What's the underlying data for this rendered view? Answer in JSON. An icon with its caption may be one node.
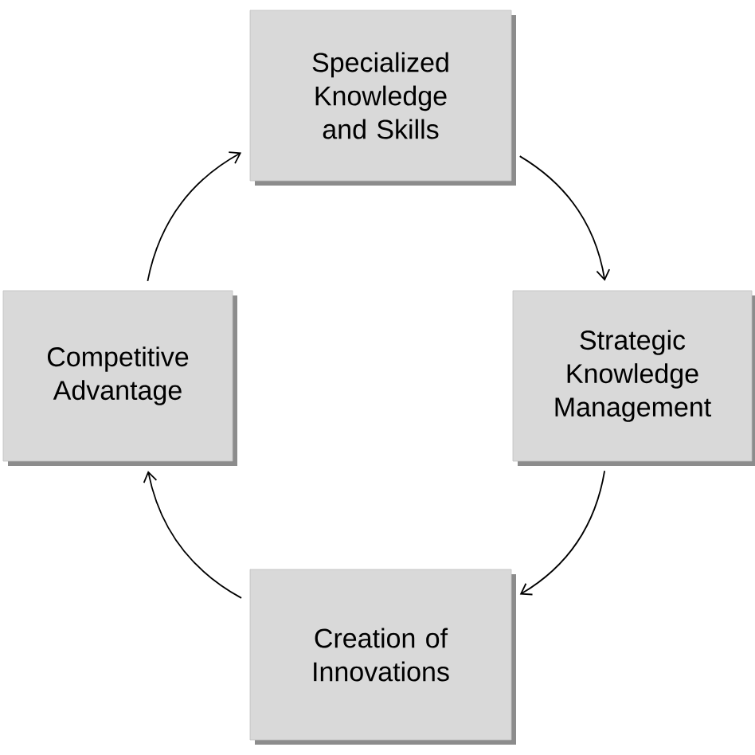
{
  "diagram": {
    "nodes": [
      {
        "text": [
          "Specialized Knowledge and Skills"
        ]
      },
      {
        "text": [
          "Competitive Advantage"
        ]
      },
      {
        "text": [
          "Strategic Knowledge Management"
        ]
      },
      {
        "text": [
          "Creation of Innovations"
        ]
      }
    ],
    "edges": [
      {
        "from": 0,
        "to": 2,
        "arrow": "to"
      },
      {
        "from": 2,
        "to": 3,
        "arrow": "to"
      },
      {
        "from": 3,
        "to": 1,
        "arrow": "to"
      },
      {
        "from": 1,
        "to": 0,
        "arrow": "to"
      }
    ]
  }
}
